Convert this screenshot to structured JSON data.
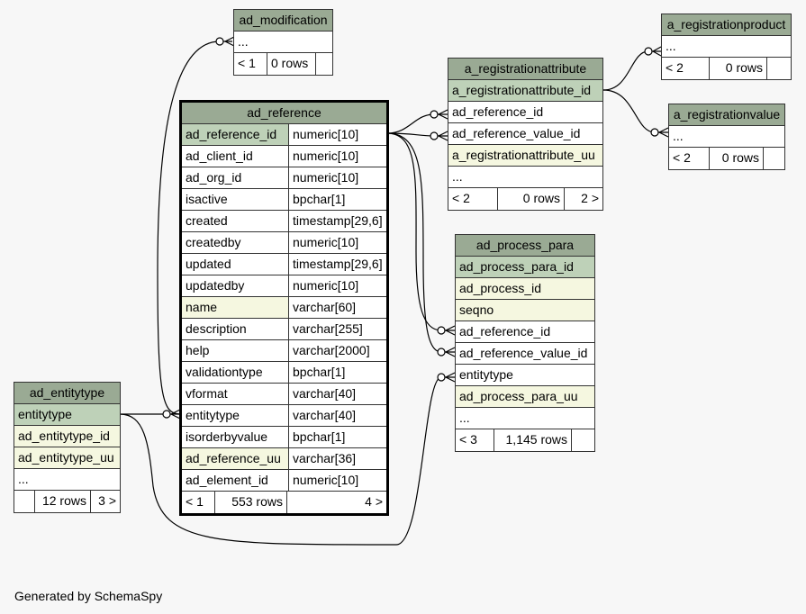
{
  "tables": {
    "ad_modification": {
      "title": "ad_modification",
      "rows": [
        "..."
      ],
      "footer": {
        "left": "< 1",
        "mid": "0 rows",
        "right": ""
      }
    },
    "a_registrationproduct": {
      "title": "a_registrationproduct",
      "rows": [
        "..."
      ],
      "footer": {
        "left": "< 2",
        "mid": "0 rows",
        "right": ""
      }
    },
    "a_registrationvalue": {
      "title": "a_registrationvalue",
      "rows": [
        "..."
      ],
      "footer": {
        "left": "< 2",
        "mid": "0 rows",
        "right": ""
      }
    },
    "a_registrationattribute": {
      "title": "a_registrationattribute",
      "rows": [
        "a_registrationattribute_id",
        "ad_reference_id",
        "ad_reference_value_id",
        "a_registrationattribute_uu",
        "..."
      ],
      "footer": {
        "left": "< 2",
        "mid": "0 rows",
        "right": "2 >"
      }
    },
    "ad_reference": {
      "title": "ad_reference",
      "rows": [
        {
          "name": "ad_reference_id",
          "type": "numeric[10]"
        },
        {
          "name": "ad_client_id",
          "type": "numeric[10]"
        },
        {
          "name": "ad_org_id",
          "type": "numeric[10]"
        },
        {
          "name": "isactive",
          "type": "bpchar[1]"
        },
        {
          "name": "created",
          "type": "timestamp[29,6]"
        },
        {
          "name": "createdby",
          "type": "numeric[10]"
        },
        {
          "name": "updated",
          "type": "timestamp[29,6]"
        },
        {
          "name": "updatedby",
          "type": "numeric[10]"
        },
        {
          "name": "name",
          "type": "varchar[60]"
        },
        {
          "name": "description",
          "type": "varchar[255]"
        },
        {
          "name": "help",
          "type": "varchar[2000]"
        },
        {
          "name": "validationtype",
          "type": "bpchar[1]"
        },
        {
          "name": "vformat",
          "type": "varchar[40]"
        },
        {
          "name": "entitytype",
          "type": "varchar[40]"
        },
        {
          "name": "isorderbyvalue",
          "type": "bpchar[1]"
        },
        {
          "name": "ad_reference_uu",
          "type": "varchar[36]"
        },
        {
          "name": "ad_element_id",
          "type": "numeric[10]"
        }
      ],
      "footer": {
        "left": "< 1",
        "mid": "553 rows",
        "right": "4 >"
      }
    },
    "ad_process_para": {
      "title": "ad_process_para",
      "rows": [
        "ad_process_para_id",
        "ad_process_id",
        "seqno",
        "ad_reference_id",
        "ad_reference_value_id",
        "entitytype",
        "ad_process_para_uu",
        "..."
      ],
      "footer": {
        "left": "< 3",
        "mid": "1,145 rows",
        "right": ""
      }
    },
    "ad_entitytype": {
      "title": "ad_entitytype",
      "rows": [
        "entitytype",
        "ad_entitytype_id",
        "ad_entitytype_uu",
        "..."
      ],
      "footer": {
        "left": "",
        "mid": "12 rows",
        "right": "3 >"
      }
    }
  },
  "colors": {
    "header": "#9aaa94",
    "primary_key": "#bed1b8",
    "indexed": "#f5f7e0",
    "background": "#f7f7f7"
  },
  "footer_text": "Generated by SchemaSpy"
}
